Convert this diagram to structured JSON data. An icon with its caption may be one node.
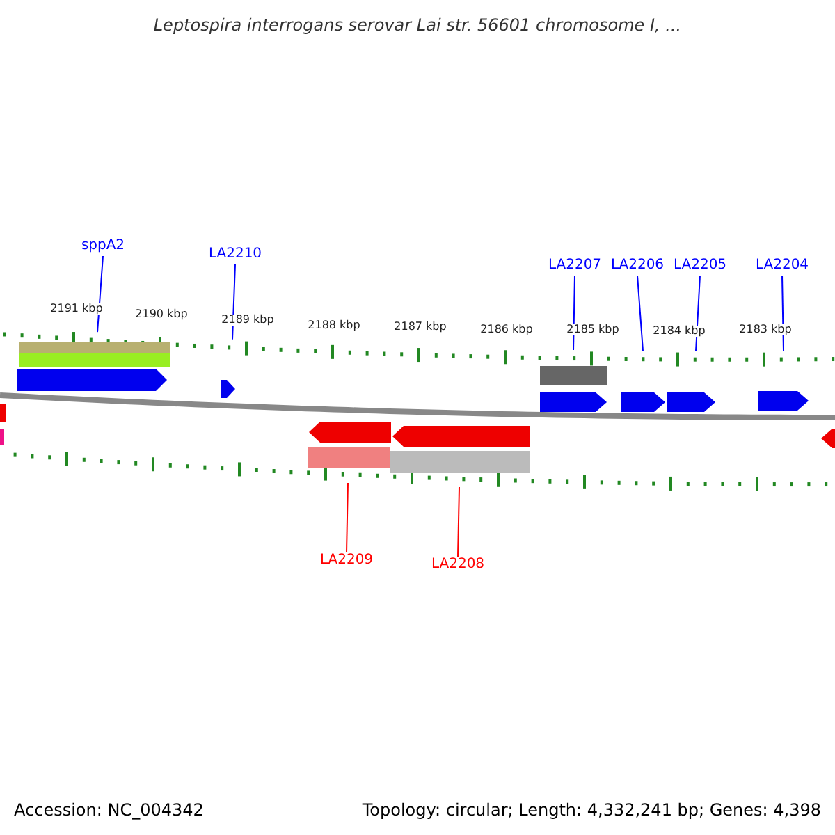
{
  "diagram": {
    "title": "Leptospira interrogans serovar Lai str. 56601 chromosome I, ...",
    "nodes": [
      {
        "text": [
          "sppA2"
        ]
      },
      {
        "text": [
          "LA2210"
        ]
      },
      {
        "text": [
          "LA2207"
        ]
      },
      {
        "text": [
          "LA2206"
        ]
      },
      {
        "text": [
          "LA2205"
        ]
      },
      {
        "text": [
          "LA2204"
        ]
      },
      {
        "text": [
          "LA2209"
        ]
      },
      {
        "text": [
          "LA2208"
        ]
      },
      {
        "text": [],
        "shape": "bar"
      },
      {
        "text": [],
        "shape": "bar"
      }
    ],
    "edges": [
      {
        "from": 0,
        "to": 8,
        "arrow": "none"
      },
      {
        "from": 1,
        "to": 8,
        "arrow": "none"
      },
      {
        "from": 2,
        "to": 8,
        "arrow": "none"
      },
      {
        "from": 3,
        "to": 8,
        "arrow": "none"
      },
      {
        "from": 4,
        "to": 8,
        "arrow": "none"
      },
      {
        "from": 5,
        "to": 8,
        "arrow": "none"
      },
      {
        "from": 6,
        "to": 9,
        "arrow": "none",
        "color": "#ff0000"
      },
      {
        "from": 7,
        "to": 9,
        "arrow": "none",
        "color": "#ff0000"
      }
    ],
    "labels": [
      "2191 kbp",
      "2190 kbp",
      "2189 kbp",
      "2188 kbp",
      "2187 kbp",
      "2186 kbp",
      "2185 kbp",
      "2184 kbp",
      "2183 kbp",
      "Accession: NC_004342",
      "Topology: circular; Length: 4,332,241 bp; Genes: 4,398"
    ]
  }
}
